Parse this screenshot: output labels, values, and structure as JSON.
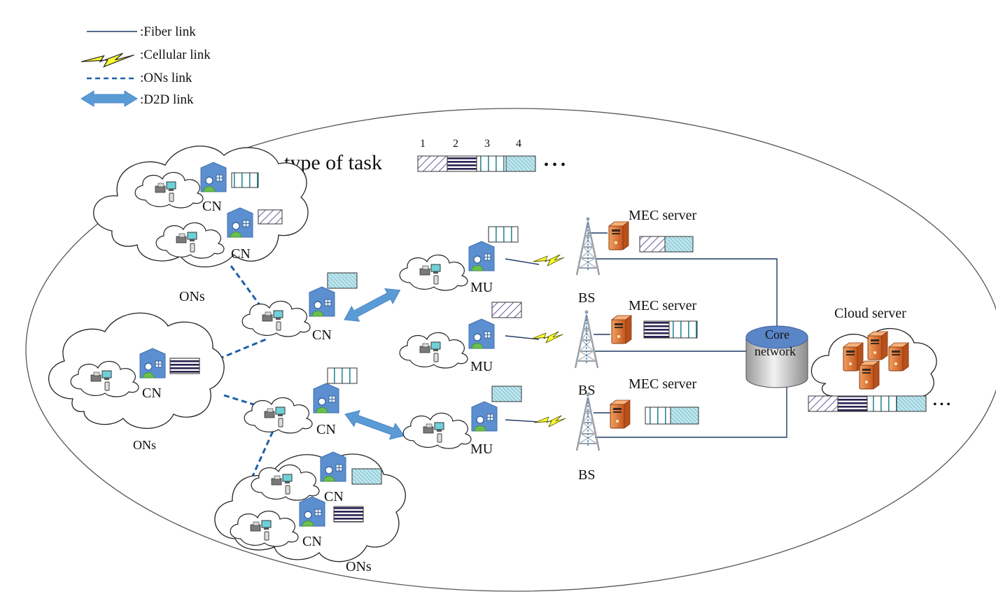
{
  "legend": {
    "fiber": ":Fiber link",
    "cellular": ":Cellular link",
    "ons": ":ONs link",
    "d2d": ":D2D link"
  },
  "task_types": {
    "title": "type of  task",
    "numbers": [
      "1",
      "2",
      "3",
      "4"
    ],
    "ellipsis": "• • •"
  },
  "labels": {
    "cn": "CN",
    "mu": "MU",
    "bs": "BS",
    "ons": "ONs",
    "mec_server": "MEC server",
    "cloud_server": "Cloud server",
    "core_line1": "Core",
    "core_line2": "network",
    "cloud_ellipsis": "• • •"
  },
  "colors": {
    "fiber": "#1f3864",
    "ons_link": "#1f5fa8",
    "d2d": "#5b9bd5",
    "cellular": "#ffff33",
    "house": "#5b8fd0",
    "server": "#d86a2b",
    "task1": "#6a5a9a",
    "task2": "#2b2150",
    "task3": "#2a8a98",
    "task4": "#7fc4d2"
  }
}
